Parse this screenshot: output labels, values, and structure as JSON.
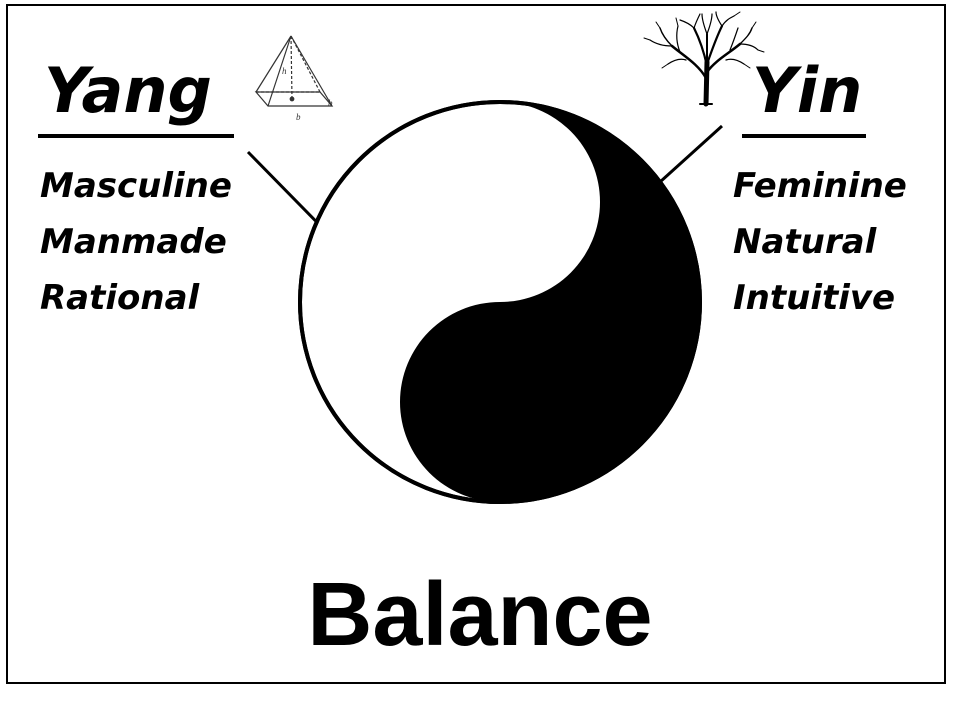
{
  "yang": {
    "title": "Yang",
    "traits": [
      "Masculine",
      "Manmade",
      "Rational"
    ],
    "icon": "pyramid-icon",
    "pyramid_labels": {
      "h": "h",
      "b_front": "b",
      "b_side": "b"
    }
  },
  "yin": {
    "title": "Yin",
    "traits": [
      "Feminine",
      "Natural",
      "Intuitive"
    ],
    "icon": "tree-icon"
  },
  "caption": "Balance",
  "colors": {
    "ink": "#000000",
    "paper": "#ffffff"
  }
}
